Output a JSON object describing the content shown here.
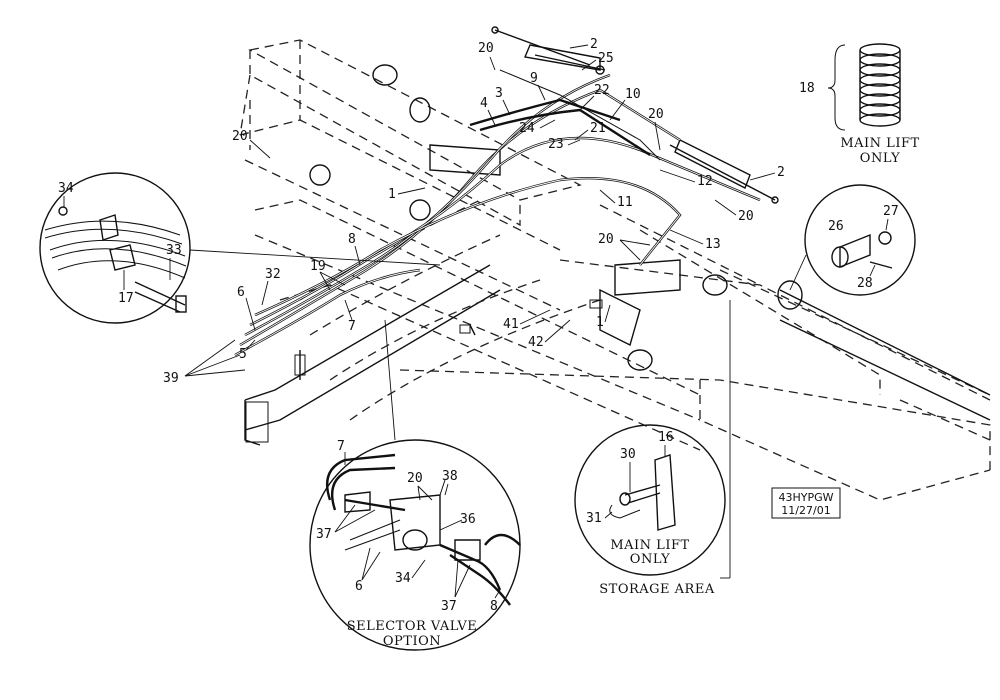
{
  "callouts": {
    "c2a": "2",
    "c2b": "2",
    "c25": "25",
    "c20a": "20",
    "c20b": "20",
    "c20c": "20",
    "c20d": "20",
    "c20e": "20",
    "c20f": "20",
    "c9": "9",
    "c3": "3",
    "c4": "4",
    "c22": "22",
    "c10": "10",
    "c24": "24",
    "c23": "23",
    "c21": "21",
    "c12": "12",
    "c11": "11",
    "c13": "13",
    "c1a": "1",
    "c1b": "1",
    "c8a": "8",
    "c8b": "8",
    "c19": "19",
    "c32": "32",
    "c6a": "6",
    "c6b": "6",
    "c7a": "7",
    "c7b": "7",
    "c5": "5",
    "c39": "39",
    "c41": "41",
    "c42": "42",
    "c18": "18",
    "c26": "26",
    "c27": "27",
    "c28": "28",
    "c34a": "34",
    "c34b": "34",
    "c33": "33",
    "c17": "17",
    "c16": "16",
    "c30": "30",
    "c31": "31",
    "c38": "38",
    "c36": "36",
    "c37a": "37",
    "c37b": "37"
  },
  "captions": {
    "main_lift_top_1": "MAIN LIFT",
    "main_lift_top_2": "ONLY",
    "main_lift_circle_1": "MAIN LIFT",
    "main_lift_circle_2": "ONLY",
    "selector_1": "SELECTOR VALVE",
    "selector_2": "OPTION",
    "storage_area": "STORAGE AREA"
  },
  "stamp": {
    "line1": "43HYPGW",
    "line2": "11/27/01"
  }
}
